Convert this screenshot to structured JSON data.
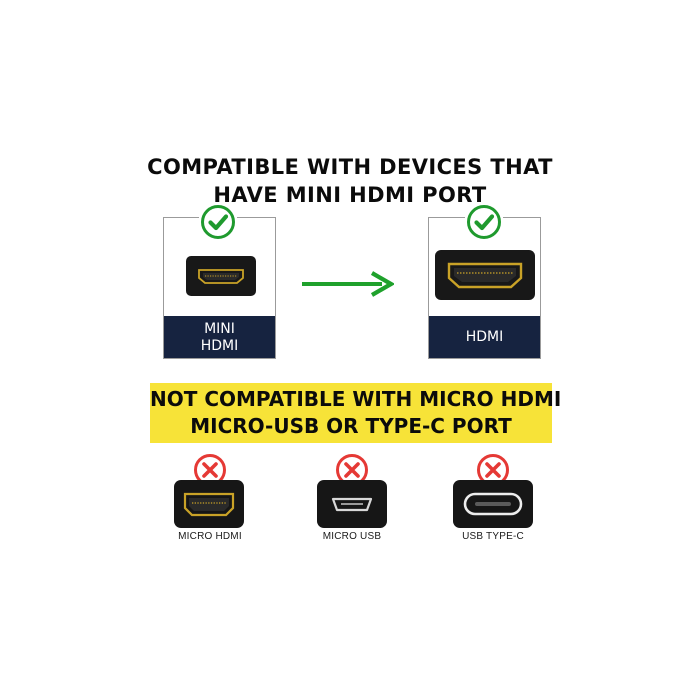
{
  "compatible_heading": {
    "line1": "COMPATIBLE WITH DEVICES THAT",
    "line2": "HAVE MINI HDMI PORT"
  },
  "compatible_ports": [
    {
      "label_line1": "MINI",
      "label_line2": "HDMI",
      "status_icon": "green-check-icon"
    },
    {
      "label_line1": "HDMI",
      "status_icon": "green-check-icon"
    }
  ],
  "arrow_icon": "right-arrow-icon",
  "warning_banner": {
    "line1": "NOT COMPATIBLE WITH MICRO HDMI",
    "line2": "MICRO-USB OR TYPE-C PORT"
  },
  "incompatible_ports": [
    {
      "label": "MICRO HDMI",
      "status_icon": "red-x-icon"
    },
    {
      "label": "MICRO USB",
      "status_icon": "red-x-icon"
    },
    {
      "label": "USB TYPE-C",
      "status_icon": "red-x-icon"
    }
  ],
  "colors": {
    "check_green": "#1f9a2e",
    "arrow_green": "#1fa12c",
    "x_red": "#e53935",
    "banner_yellow": "#f7e338",
    "label_navy": "#162340",
    "gold": "#c9a227"
  }
}
